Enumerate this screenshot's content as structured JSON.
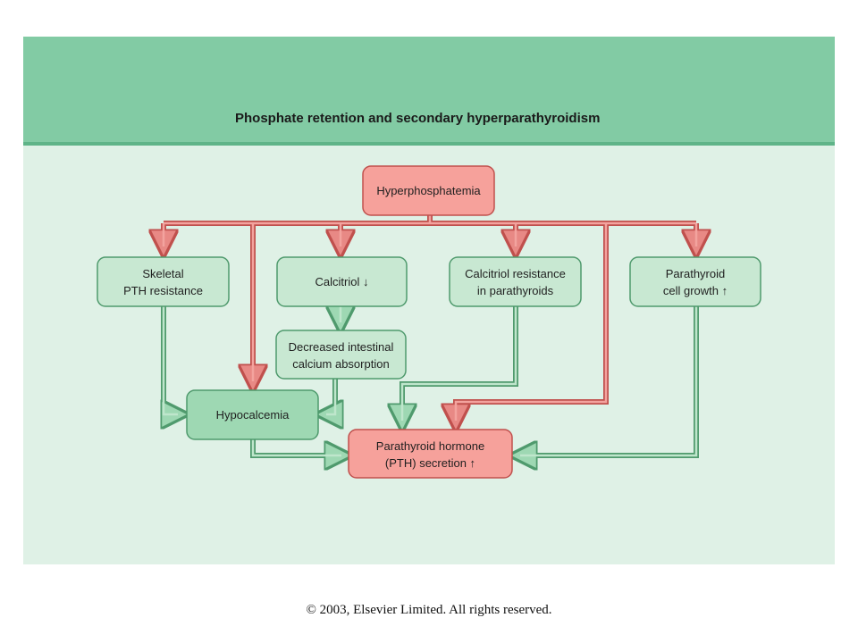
{
  "title": "Phosphate retention and secondary hyperparathyroidism",
  "nodes": {
    "hyperphosphatemia": {
      "lines": [
        "Hyperphosphatemia"
      ]
    },
    "skeletal": {
      "lines": [
        "Skeletal",
        "PTH resistance"
      ]
    },
    "calcitriol": {
      "lines": [
        "Calcitriol ↓"
      ]
    },
    "calcitriol_resistance": {
      "lines": [
        "Calcitriol resistance",
        "in parathyroids"
      ]
    },
    "cell_growth": {
      "lines": [
        "Parathyroid",
        "cell growth ↑"
      ]
    },
    "decreased_absorption": {
      "lines": [
        "Decreased intestinal",
        "calcium absorption"
      ]
    },
    "hypocalcemia": {
      "lines": [
        "Hypocalcemia"
      ]
    },
    "pth_secretion": {
      "lines": [
        "Parathyroid hormone",
        "(PTH) secretion ↑"
      ]
    }
  },
  "colors": {
    "red_box": "#f6a19b",
    "red_stroke": "#c0504d",
    "green_box": "#c8e8d2",
    "green_box_dark": "#9ed8b3",
    "green_stroke": "#4f9a6d"
  },
  "copyright": "© 2003, Elsevier Limited. All rights reserved."
}
